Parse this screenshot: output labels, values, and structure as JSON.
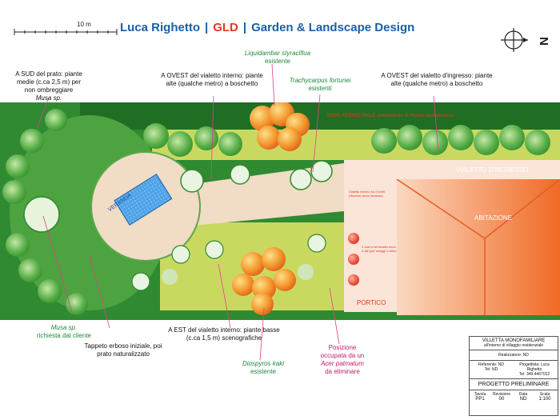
{
  "header": {
    "designer": "Luca Righetto",
    "studio": "GLD",
    "discipline": "Garden & Landscape Design"
  },
  "scale_bar": {
    "label": "10 m"
  },
  "north_arrow": {
    "letter": "N"
  },
  "plan_labels": {
    "veranda": "VERANDA",
    "vialetto_ingresso": "VIALETTO D'INGRESSO",
    "abitazione": "ABITAZIONE",
    "portico": "PORTICO",
    "siepe": "SIEPE PERIMETRALE preesistente di Prunus laurocerasus",
    "vialetto_interno": "Vialetto interno su 3 livelli (discesa verso veranda)",
    "vasi": "3 vasi in terracotta tondi o alti (per ortaggi o altro)"
  },
  "notes": {
    "sud_prato": "A SUD del prato: piante medie (c.ca 2,5 m) per non ombreggiare",
    "sud_prato_species": "Musa sp.",
    "ovest_interno": "A OVEST del vialetto interno: piante alte (qualche metro) a boschetto",
    "liquidambar_species": "Liquidambar styraciflua",
    "liquidambar_status": "esistente",
    "trachycarpus_species": "Trachycarpus fortunei",
    "trachycarpus_status": "esistenti",
    "ovest_ingresso": "A OVEST del vialetto d'ingresso: piante alte (qualche metro) a boschetto",
    "musa_species": "Musa sp.",
    "musa_request": "richiesta dal cliente",
    "tappeto": "Tappeto erboso iniziale, poi prato naturalizzato",
    "est_interno": "A EST del vialetto interno: piante basse (c.ca 1,5 m) scenografiche",
    "diospyros_species": "Diospyros kaki",
    "diospyros_status": "esistente",
    "posizione_line1": "Posizione",
    "posizione_line2": "occupata da un",
    "posizione_species": "Acer palmatum",
    "posizione_line3": "da eliminare"
  },
  "title_block": {
    "project": "VILLETTA MONOFAMILIARE",
    "location": "all'interno di villaggio residenziale",
    "realizzatore": "Realizzatore: ND",
    "referente_label": "Referente: ND",
    "referente_tel": "Tel: ND",
    "progettista_label": "Progettista: Luca Righetto",
    "progettista_tel": "Tel: 349.4467012",
    "phase": "PROGETTO PRELIMINARE",
    "headers": [
      "Tavola",
      "Revisione",
      "Data",
      "Scala"
    ],
    "values": [
      "PP1",
      "00",
      "ND",
      "1:100"
    ]
  },
  "colors": {
    "header_blue": "#1a5fa8",
    "gld_red": "#e03a1e",
    "hedge_green": "#1f7a2a",
    "lawn_green": "#3f9a3a",
    "path_beige": "#f1dcc5",
    "house_orange": "#f28a3a",
    "label_red": "#e33b1f",
    "note_green": "#1c8a3a",
    "note_magenta": "#c41a6a"
  }
}
